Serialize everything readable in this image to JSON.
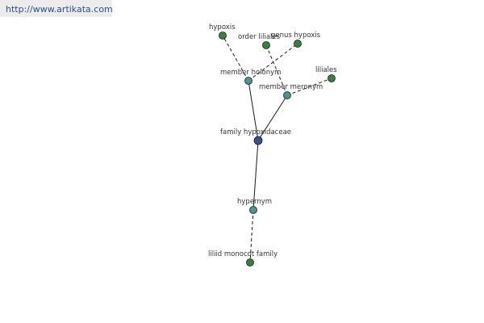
{
  "watermark": {
    "url": "http://www.artikata.com"
  },
  "colors": {
    "leaf_node": "#3f7d3f",
    "relation_node": "#4c9490",
    "center_node": "#3b4f8c",
    "edge": "#1a1a1a"
  },
  "graph": {
    "center": "family hypoxidaceae",
    "nodes": [
      {
        "id": "hypoxis",
        "label": "hypoxis",
        "kind": "leaf"
      },
      {
        "id": "order-liliales",
        "label": "order liliales",
        "kind": "leaf"
      },
      {
        "id": "genus-hypoxis",
        "label": "genus hypoxis",
        "kind": "leaf"
      },
      {
        "id": "liliales",
        "label": "liliales",
        "kind": "leaf"
      },
      {
        "id": "member-holonym",
        "label": "member holonym",
        "kind": "relation"
      },
      {
        "id": "member-meronym",
        "label": "member meronym",
        "kind": "relation"
      },
      {
        "id": "family-hypoxidaceae",
        "label": "family hypoxidaceae",
        "kind": "center"
      },
      {
        "id": "hypernym",
        "label": "hypernym",
        "kind": "relation"
      },
      {
        "id": "liliid-monocot-family",
        "label": "liliid monocot family",
        "kind": "leaf"
      }
    ],
    "edges": [
      {
        "from": "member-holonym",
        "to": "hypoxis",
        "style": "dashed"
      },
      {
        "from": "member-holonym",
        "to": "genus-hypoxis",
        "style": "dashed"
      },
      {
        "from": "member-meronym",
        "to": "order-liliales",
        "style": "dashed"
      },
      {
        "from": "member-meronym",
        "to": "liliales",
        "style": "dashed"
      },
      {
        "from": "family-hypoxidaceae",
        "to": "member-holonym",
        "style": "solid"
      },
      {
        "from": "family-hypoxidaceae",
        "to": "member-meronym",
        "style": "solid"
      },
      {
        "from": "family-hypoxidaceae",
        "to": "hypernym",
        "style": "solid"
      },
      {
        "from": "hypernym",
        "to": "liliid-monocot-family",
        "style": "dashed"
      }
    ]
  }
}
